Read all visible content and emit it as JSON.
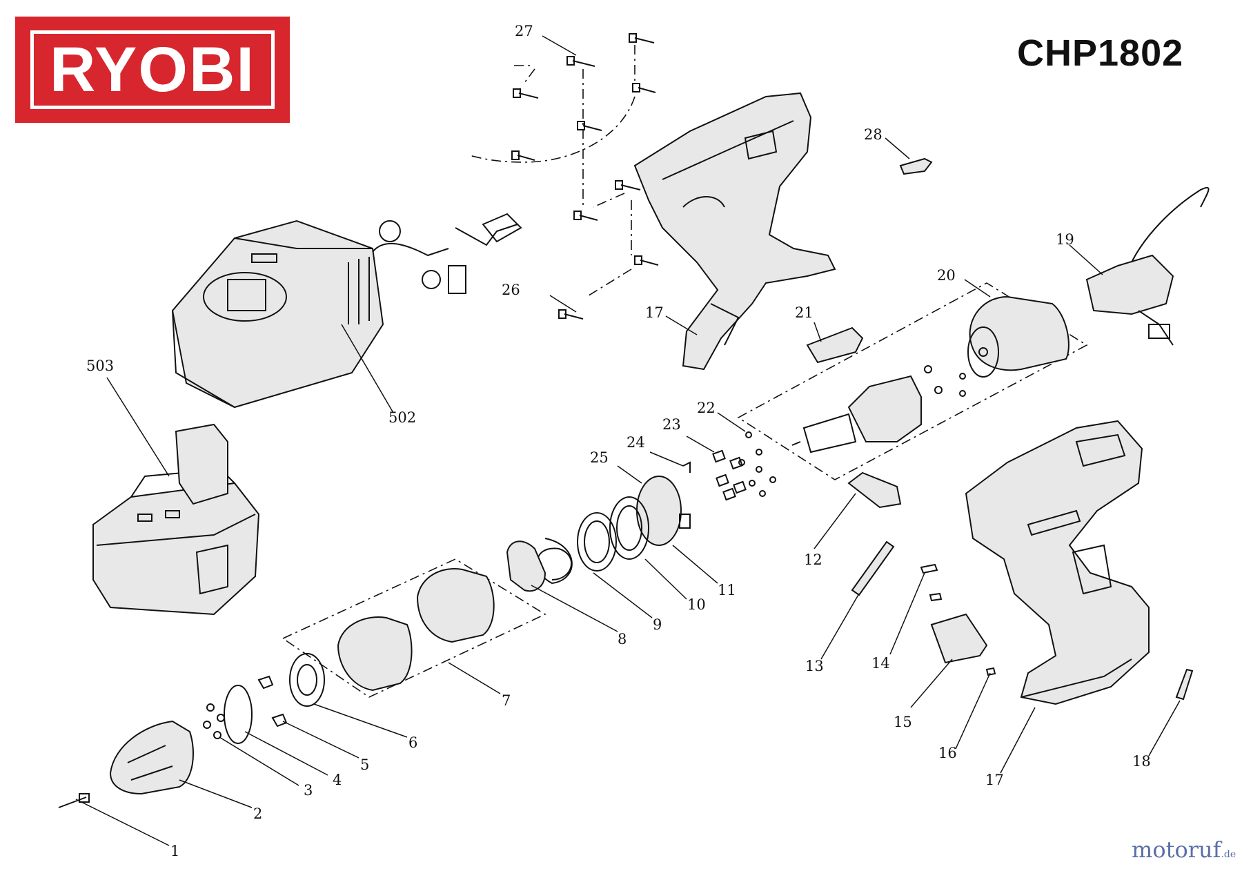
{
  "brand": "RYOBI",
  "model": "CHP1802",
  "watermark": {
    "text": "motoruf",
    "suffix": ".de"
  },
  "colors": {
    "brand_red": "#d7262e",
    "ink": "#111111",
    "watermark": "#5a6fa8"
  },
  "callouts": {
    "c1": "1",
    "c2": "2",
    "c3": "3",
    "c4": "4",
    "c5": "5",
    "c6": "6",
    "c7": "7",
    "c8": "8",
    "c9": "9",
    "c10": "10",
    "c11": "11",
    "c12": "12",
    "c13": "13",
    "c14": "14",
    "c15": "15",
    "c16": "16",
    "c17a": "17",
    "c17b": "17",
    "c18": "18",
    "c19": "19",
    "c20": "20",
    "c21": "21",
    "c22": "22",
    "c23": "23",
    "c24": "24",
    "c25": "25",
    "c26": "26",
    "c27": "27",
    "c28": "28",
    "c502": "502",
    "c503": "503"
  }
}
